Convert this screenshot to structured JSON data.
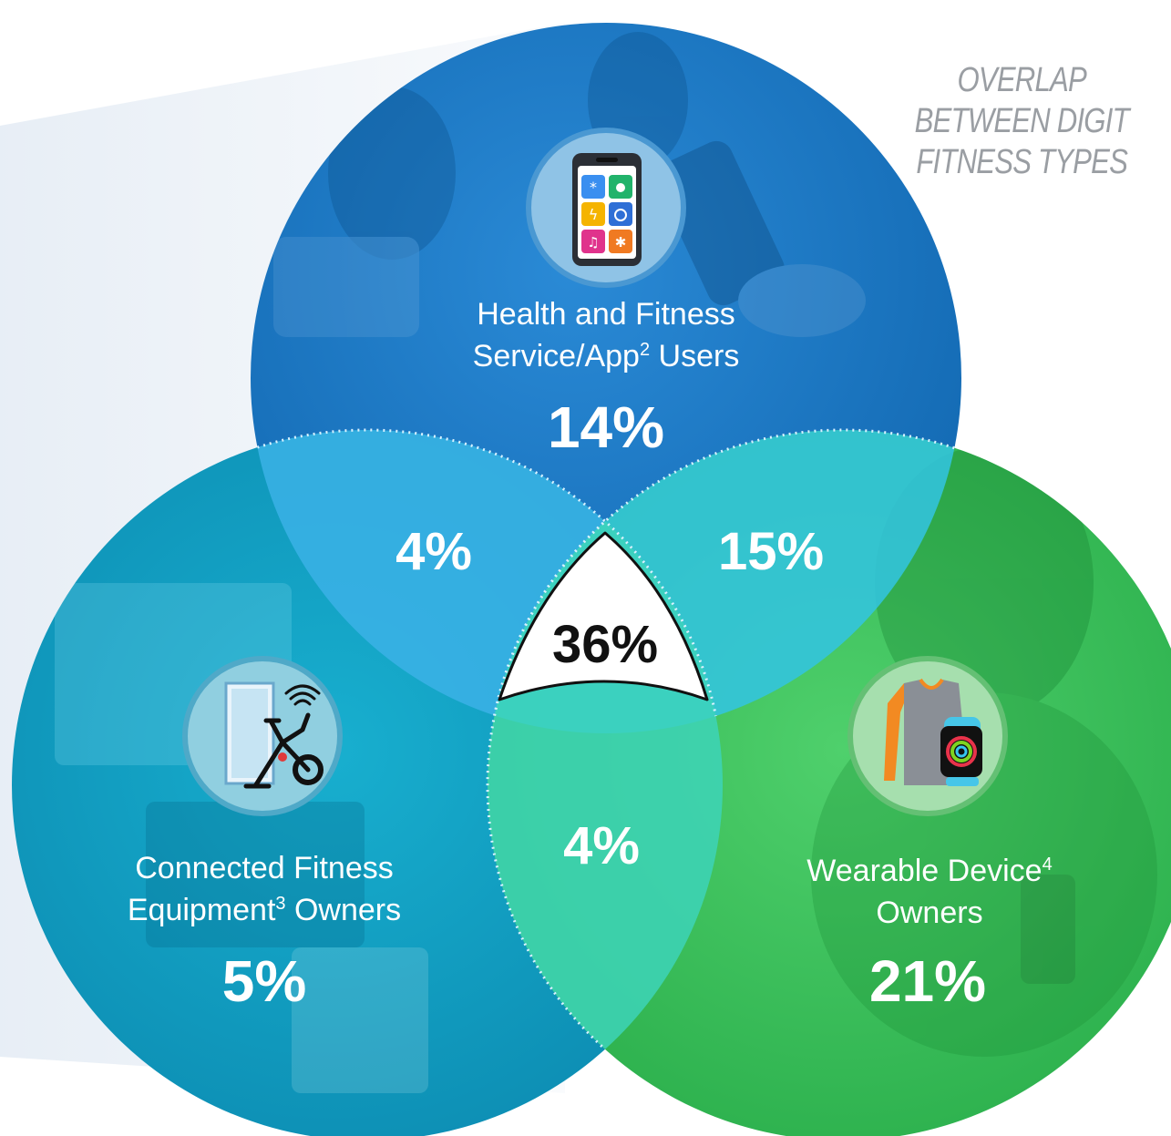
{
  "title_lines": [
    "OVERLAP",
    "BETWEEN DIGIT",
    "FITNESS TYPES"
  ],
  "sets": [
    {
      "label_line1": "Health and Fitness",
      "label_line2a": "Service/App",
      "label_sup": "2",
      "label_line2b": " Users",
      "value": "14%",
      "icon": "smartphone-apps-icon",
      "color": "#1a7fd0"
    },
    {
      "label_line1": "Connected Fitness",
      "label_line2a": "Equipment",
      "label_sup": "3",
      "label_line2b": " Owners",
      "value": "5%",
      "icon": "connected-bike-icon",
      "color": "#0ea1c4"
    },
    {
      "label_line1": "Wearable Device",
      "label_sup": "4",
      "label_line2": "Owners",
      "value": "21%",
      "icon": "wearable-shirt-watch-icon",
      "color": "#3cc65e"
    }
  ],
  "overlaps": {
    "app_equipment": "4%",
    "app_wearable": "15%",
    "equipment_wearable": "4%",
    "all_three": "36%"
  }
}
